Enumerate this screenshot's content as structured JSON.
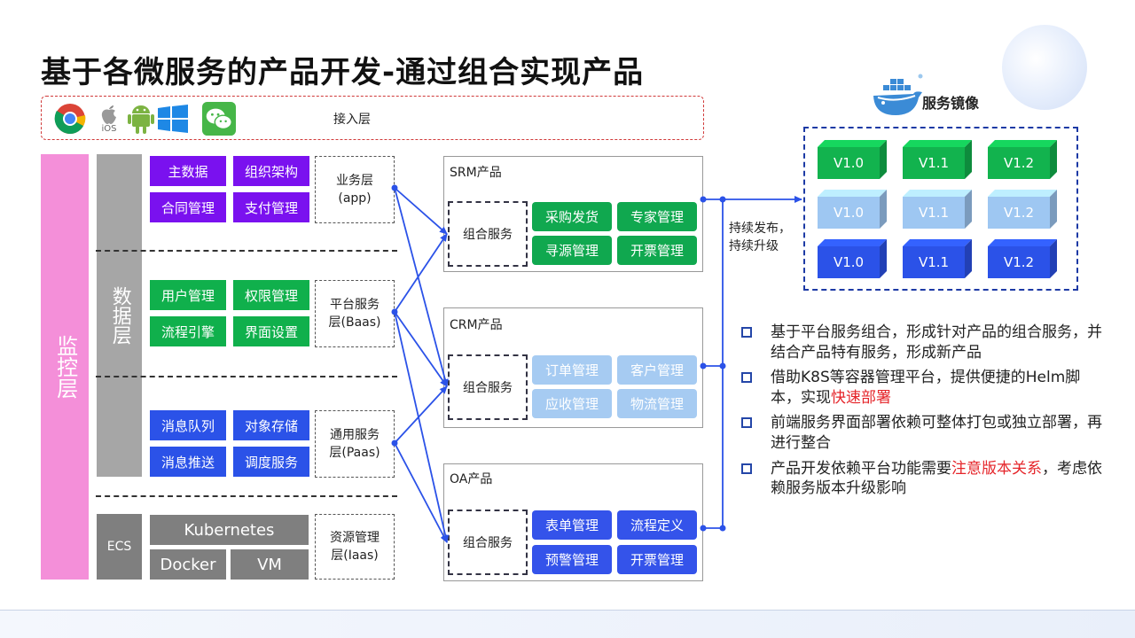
{
  "title": "基于各微服务的产品开发-通过组合实现产品",
  "access": {
    "label": "接入层",
    "icons": [
      "chrome-icon",
      "apple-ios-icon",
      "android-icon",
      "windows-icon",
      "wechat-icon"
    ],
    "ios_text": "iOS"
  },
  "monitor_label": "监控层",
  "data_label": "数据层",
  "ecs_label": "ECS",
  "services": {
    "app": [
      "主数据",
      "组织架构",
      "合同管理",
      "支付管理"
    ],
    "baas": [
      "用户管理",
      "权限管理",
      "流程引擎",
      "界面设置"
    ],
    "paas": [
      "消息队列",
      "对象存储",
      "消息推送",
      "调度服务"
    ],
    "iaas": [
      "Kubernetes",
      "Docker",
      "VM"
    ]
  },
  "layers": {
    "app": "业务层\n(app)",
    "baas": "平台服务\n层(Baas)",
    "paas": "通用服务\n层(Paas)",
    "iaas": "资源管理\n层(Iaas)"
  },
  "products": [
    {
      "name": "SRM产品",
      "combo": "组合服务",
      "items": [
        "采购发货",
        "专家管理",
        "寻源管理",
        "开票管理"
      ]
    },
    {
      "name": "CRM产品",
      "combo": "组合服务",
      "items": [
        "订单管理",
        "客户管理",
        "应收管理",
        "物流管理"
      ]
    },
    {
      "name": "OA产品",
      "combo": "组合服务",
      "items": [
        "表单管理",
        "流程定义",
        "预警管理",
        "开票管理"
      ]
    }
  ],
  "release_label": "持续发布，\n持续升级",
  "mirror": {
    "label": "服务镜像",
    "rows": [
      [
        "V1.0",
        "V1.1",
        "V1.2"
      ],
      [
        "V1.0",
        "V1.1",
        "V1.2"
      ],
      [
        "V1.0",
        "V1.1",
        "V1.2"
      ]
    ],
    "colors": [
      "#12b34e",
      "#9ec7f2",
      "#2b52e8"
    ]
  },
  "notes": [
    {
      "before": "基于平台服务组合，形成针对产品的组合服务，并结合产品特有服务，形成新产品",
      "highlight": "",
      "after": ""
    },
    {
      "before": "借助K8S等容器管理平台，提供便捷的Helm脚本，实现",
      "highlight": "快速部署",
      "after": ""
    },
    {
      "before": "前端服务界面部署依赖可整体打包或独立部署，再进行整合",
      "highlight": "",
      "after": ""
    },
    {
      "before": "产品开发依赖平台功能需要",
      "highlight": "注意版本关系",
      "after": "，考虑依赖服务版本升级影响"
    }
  ]
}
